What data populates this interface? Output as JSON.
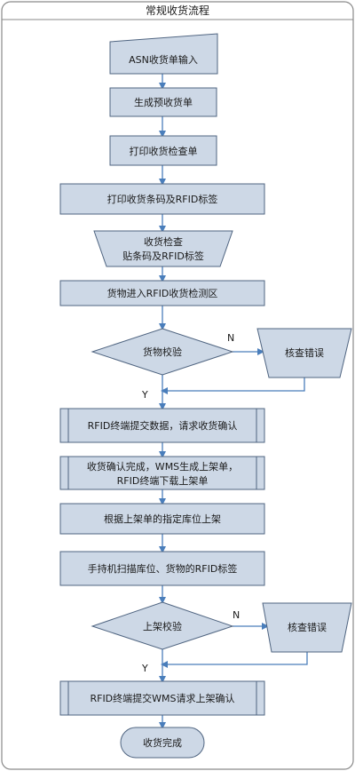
{
  "title": "常规收货流程",
  "colors": {
    "fill": "#cdd8e6",
    "stroke": "#4f6480",
    "arrow": "#4a7ebb",
    "border": "#8a8a8a"
  },
  "steps": {
    "asn_input": "ASN收货单输入",
    "gen_prereceipt": "生成预收货单",
    "print_check_sheet": "打印收货检查单",
    "print_barcode_rfid": "打印收货条码及RFID标签",
    "check_line1": "收货检查",
    "check_line2": "贴条码及RFID标签",
    "goods_enter_zone": "货物进入RFID收货检测区",
    "goods_verify": "货物校验",
    "check_error_1": "核查错误",
    "rfid_submit_receipt": "RFID终端提交数据，请求收货确认",
    "receipt_done_line1": "收货确认完成，WMS生成上架单，",
    "receipt_done_line2": "RFID终端下载上架单",
    "shelve_by_location": "根据上架单的指定库位上架",
    "handheld_scan": "手持机扫描库位、货物的RFID标签",
    "shelve_verify": "上架校验",
    "check_error_2": "核查错误",
    "rfid_submit_shelve": "RFID终端提交WMS请求上架确认",
    "receipt_complete": "收货完成"
  },
  "labels": {
    "no_1": "N",
    "yes_1": "Y",
    "no_2": "N",
    "yes_2": "Y"
  }
}
